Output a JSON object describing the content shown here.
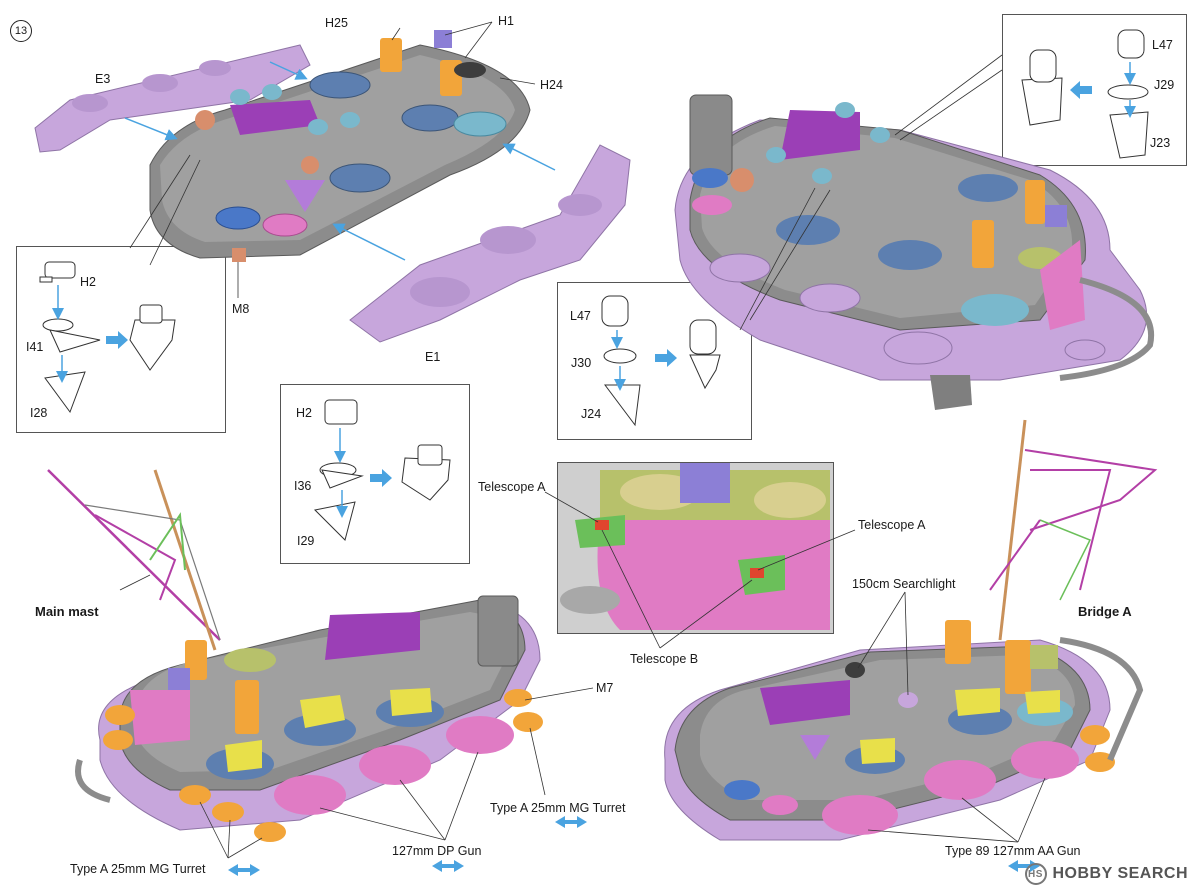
{
  "step_number": "13",
  "top_left_assembly": {
    "labels": {
      "h25": "H25",
      "h1": "H1",
      "h24": "H24",
      "e3": "E3",
      "e1": "E1",
      "m8": "M8"
    }
  },
  "detail_h2_i41": {
    "h2": "H2",
    "i41": "I41",
    "i28": "I28"
  },
  "detail_h2_i36": {
    "h2": "H2",
    "i36": "I36",
    "i29": "I29"
  },
  "detail_l47_j30": {
    "l47": "L47",
    "j30": "J30",
    "j24": "J24"
  },
  "detail_l47_j29": {
    "l47": "L47",
    "j29": "J29",
    "j23": "J23"
  },
  "telescope_inset": {
    "telescope_a_1": "Telescope A",
    "telescope_a_2": "Telescope A",
    "telescope_b": "Telescope B"
  },
  "bottom_left_assembly": {
    "main_mast": "Main mast",
    "m7": "M7",
    "type_a_25mm_right": "Type A 25mm MG Turret",
    "type_a_25mm_left": "Type A 25mm MG Turret",
    "dp_gun": "127mm DP Gun"
  },
  "bottom_right_assembly": {
    "searchlight": "150cm Searchlight",
    "bridge_a": "Bridge A",
    "aa_gun": "Type 89 127mm AA Gun"
  },
  "watermark": {
    "text": "HOBBY SEARCH"
  },
  "colors": {
    "hull_gray": "#8c8c8c",
    "deck_gray": "#9a9a9a",
    "lavender": "#c7a6dc",
    "pink": "#e07bc4",
    "orange": "#f2a53a",
    "blue": "#4a78c8",
    "arrow_blue": "#4aa3e0"
  }
}
